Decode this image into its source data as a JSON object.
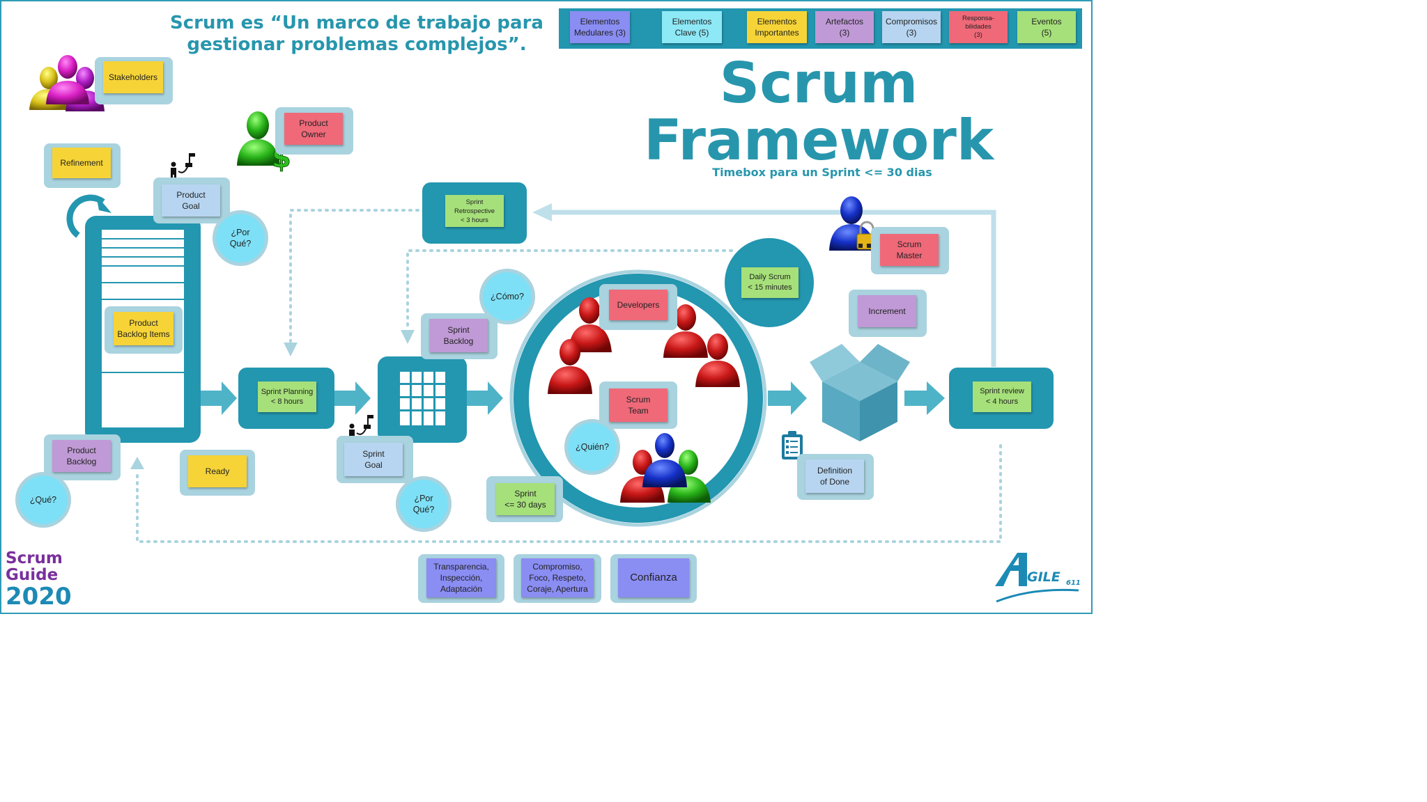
{
  "header": {
    "quote_line1": "Scrum es “Un marco de trabajo para",
    "quote_line2": "gestionar problemas complejos”.",
    "title_line1": "Scrum",
    "title_line2": "Framework",
    "subtitle": "Timebox para un Sprint <= 30 dias"
  },
  "legend": [
    {
      "line1": "Elementos",
      "line2": "Medulares (3)",
      "line3": "",
      "color": "#8a8df2"
    },
    {
      "line1": "Elementos",
      "line2": "Clave (5)",
      "line3": "",
      "color": "#8ee9f7"
    },
    {
      "line1": "Elementos",
      "line2": "Importantes",
      "line3": "",
      "color": "#f6d437"
    },
    {
      "line1": "Artefactos",
      "line2": "(3)",
      "line3": "",
      "color": "#c09ad6"
    },
    {
      "line1": "Compromisos",
      "line2": "(3)",
      "line3": "",
      "color": "#b7d5f0"
    },
    {
      "line1": "Responsa-",
      "line2": "bilidades",
      "line3": "(3)",
      "color": "#ef6979"
    },
    {
      "line1": "Eventos",
      "line2": "(5)",
      "line3": "",
      "color": "#a6e07a"
    }
  ],
  "notes": {
    "stakeholders": "Stakeholders",
    "product_owner": [
      "Product",
      "Owner"
    ],
    "refinement": "Refinement",
    "product_goal": [
      "Product",
      "Goal"
    ],
    "product_backlog_items": [
      "Product",
      "Backlog Items"
    ],
    "product_backlog": [
      "Product",
      "Backlog"
    ],
    "ready": "Ready",
    "sprint_planning": [
      "Sprint Planning",
      "< 8 hours"
    ],
    "sprint_retrospective": [
      "Sprint",
      "Retrospective",
      "< 3 hours"
    ],
    "sprint_backlog": [
      "Sprint",
      "Backlog"
    ],
    "sprint_goal": [
      "Sprint",
      "Goal"
    ],
    "developers": "Developers",
    "scrum_team": [
      "Scrum",
      "Team"
    ],
    "daily_scrum": [
      "Daily Scrum",
      "< 15 minutes"
    ],
    "scrum_master": [
      "Scrum",
      "Master"
    ],
    "increment": "Increment",
    "definition_of_done": [
      "Definition",
      "of Done"
    ],
    "sprint_review": [
      "Sprint review",
      "< 4 hours"
    ],
    "sprint_days": [
      "Sprint",
      "<= 30 days"
    ]
  },
  "questions": {
    "por_que_product": [
      "¿Por",
      "Qué?"
    ],
    "que": "¿Qué?",
    "como": "¿Cómo?",
    "quien": "¿Quién?",
    "por_que_sprint": [
      "¿Por",
      "Qué?"
    ]
  },
  "values": {
    "pillars": [
      "Transparencia,",
      "Inspección,",
      "Adaptación"
    ],
    "values": [
      "Compromiso,",
      "Foco, Respeto,",
      "Coraje, Apertura"
    ],
    "trust": "Confianza"
  },
  "branding": {
    "guide_line1": "Scrum",
    "guide_line2": "Guide",
    "guide_year": "2020",
    "logo_text": "GILE",
    "logo_sub": "611"
  },
  "colors": {
    "teal": "#2396b0",
    "title": "#2796ad",
    "brand_purple": "#7a2f9c",
    "brand_blue": "#1c8ab5"
  }
}
